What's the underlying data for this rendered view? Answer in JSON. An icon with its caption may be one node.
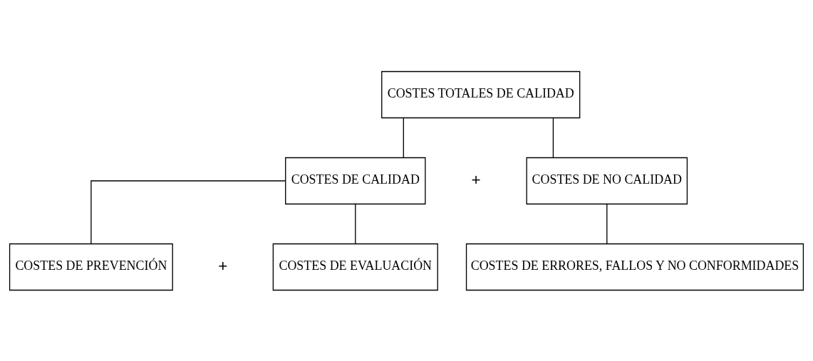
{
  "diagram": {
    "nodes": [
      {
        "text": [
          "COSTES TOTALES DE CALIDAD"
        ]
      },
      {
        "text": [
          "COSTES DE CALIDAD"
        ]
      },
      {
        "text": [
          "COSTES DE NO CALIDAD"
        ]
      },
      {
        "text": [
          "COSTES DE PREVENCIÓN"
        ]
      },
      {
        "text": [
          "COSTES DE EVALUACIÓN"
        ]
      },
      {
        "text": [
          "COSTES DE ERRORES, FALLOS Y NO CONFORMIDADES"
        ]
      }
    ],
    "edges": [
      {
        "from": 0,
        "to": 1,
        "arrow": "none"
      },
      {
        "from": 0,
        "to": 2,
        "arrow": "none"
      },
      {
        "from": 1,
        "to": 3,
        "arrow": "none"
      },
      {
        "from": 1,
        "to": 4,
        "arrow": "none"
      },
      {
        "from": 2,
        "to": 5,
        "arrow": "none"
      }
    ],
    "labels": [
      "+",
      "+"
    ]
  }
}
